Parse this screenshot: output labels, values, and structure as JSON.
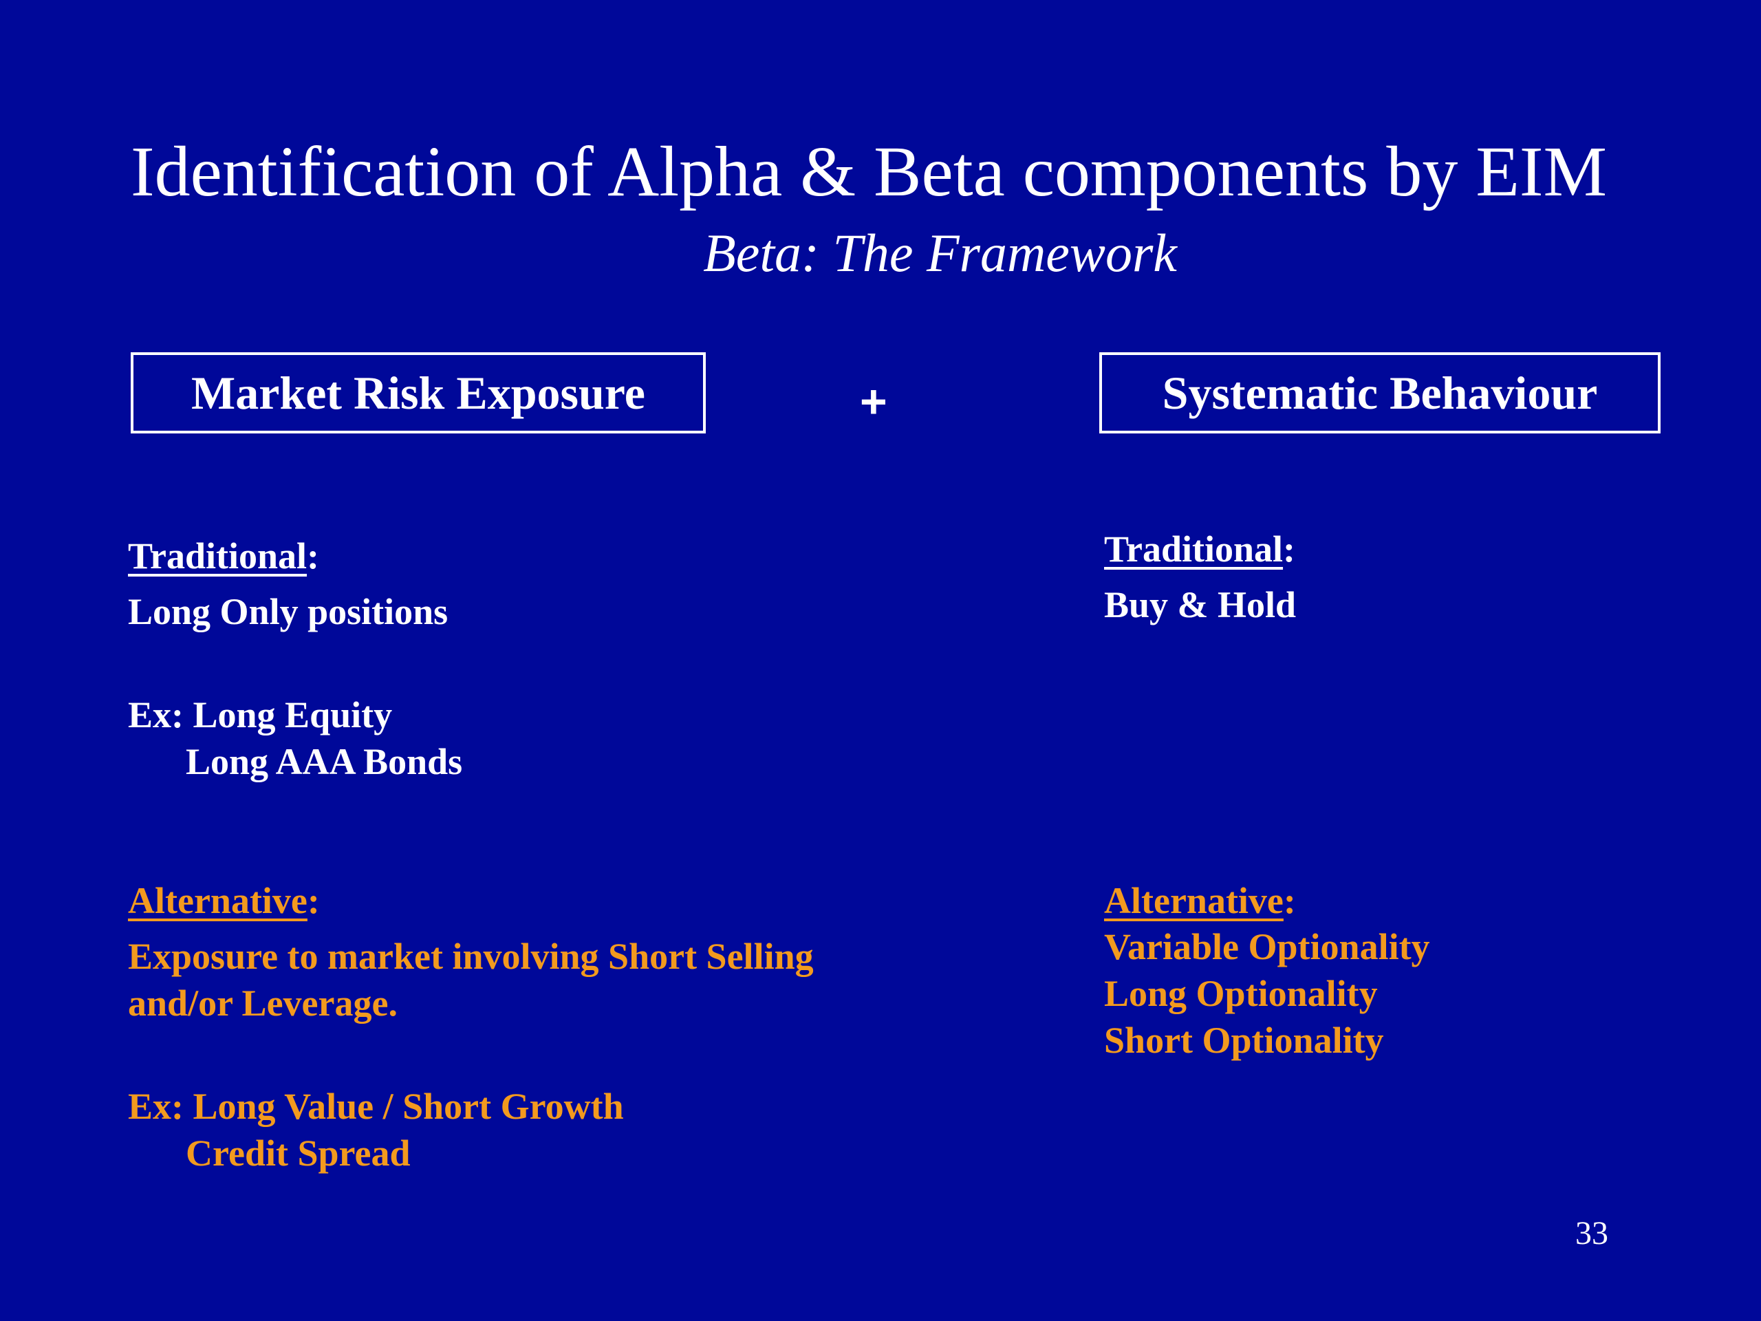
{
  "slide": {
    "title": "Identification of Alpha & Beta components by EIM",
    "subtitle": "Beta: The Framework",
    "page_number": "33"
  },
  "headers": {
    "left_box": "Market Risk Exposure",
    "plus": "+",
    "right_box": "Systematic Behaviour"
  },
  "left": {
    "traditional_label": "Traditional",
    "colon": ":",
    "traditional_text": "Long Only positions",
    "traditional_ex_line1": "Ex: Long Equity",
    "traditional_ex_line2": "Long AAA Bonds",
    "alternative_label": "Alternative",
    "alternative_text_line1": "Exposure to market involving Short Selling",
    "alternative_text_line2": "and/or Leverage.",
    "alternative_ex_line1": "Ex: Long Value / Short Growth",
    "alternative_ex_line2": "Credit Spread"
  },
  "right": {
    "traditional_label": "Traditional",
    "colon": ":",
    "traditional_text": "Buy & Hold",
    "alternative_label": "Alternative",
    "alternative_items": [
      "Variable Optionality",
      "Long Optionality",
      "Short Optionality"
    ]
  },
  "colors": {
    "background": "#000899",
    "text": "#ffffff",
    "alternative": "#f39a1e"
  }
}
